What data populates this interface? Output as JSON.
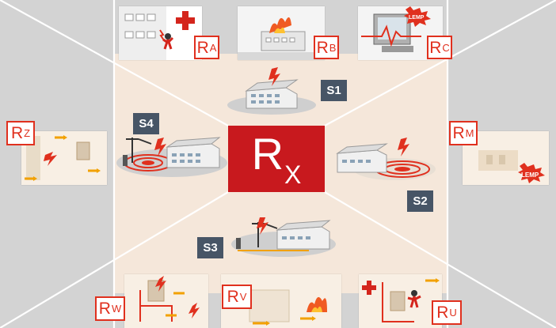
{
  "center": {
    "main": "R",
    "sub": "X"
  },
  "sources": [
    {
      "label": "S1"
    },
    {
      "label": "S2"
    },
    {
      "label": "S3"
    },
    {
      "label": "S4"
    }
  ],
  "risks": [
    {
      "main": "R",
      "sub": "A"
    },
    {
      "main": "R",
      "sub": "B"
    },
    {
      "main": "R",
      "sub": "C",
      "badge": "LEMP"
    },
    {
      "main": "R",
      "sub": "M",
      "badge": "LEMP"
    },
    {
      "main": "R",
      "sub": "U"
    },
    {
      "main": "R",
      "sub": "V"
    },
    {
      "main": "R",
      "sub": "W"
    },
    {
      "main": "R",
      "sub": "Z"
    }
  ],
  "colors": {
    "accent": "#e0301e",
    "center": "#c8191e",
    "panel": "#f5e7da",
    "frame": "#d3d3d3",
    "badge": "#475566"
  }
}
